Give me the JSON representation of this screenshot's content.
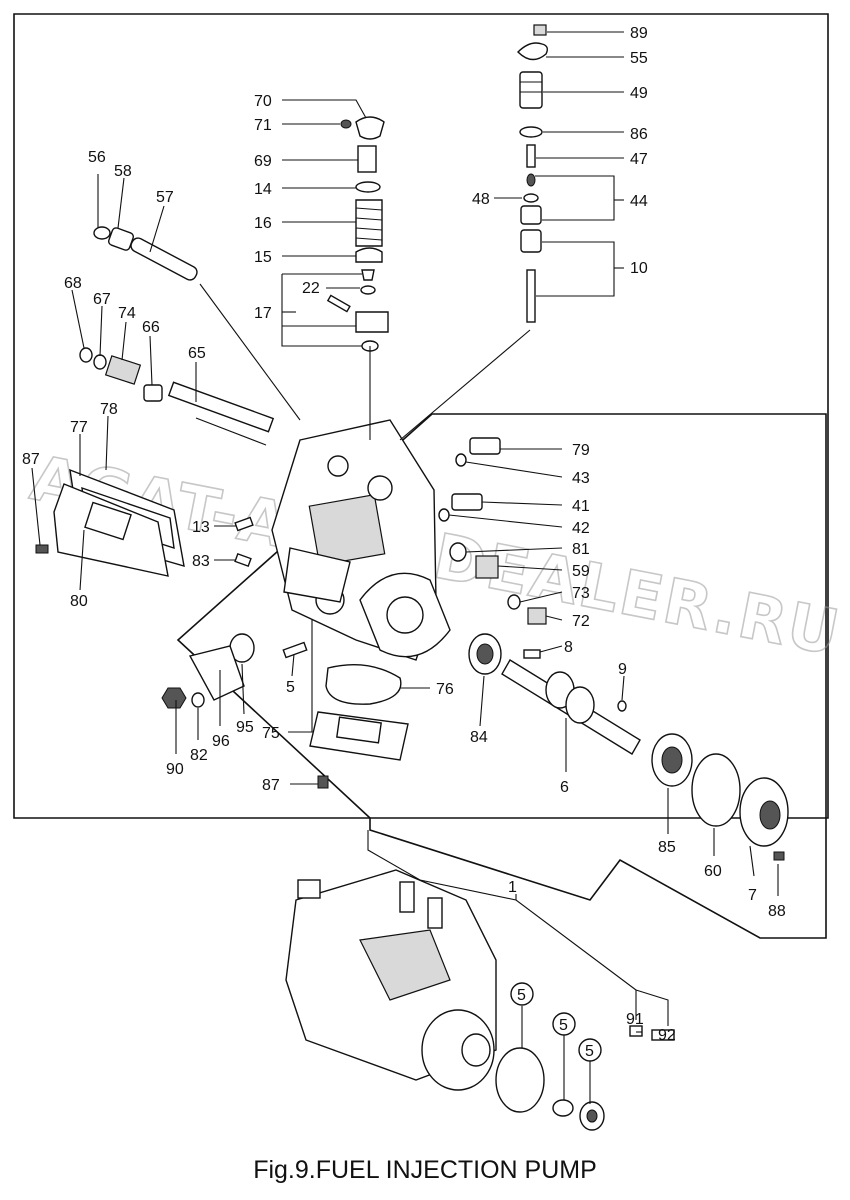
{
  "caption": "Fig.9.FUEL INJECTION PUMP",
  "watermark": "AGAT-AUTODEALER.RU",
  "labels": [
    "89",
    "55",
    "49",
    "86",
    "47",
    "44",
    "48",
    "10",
    "70",
    "71",
    "69",
    "14",
    "16",
    "15",
    "22",
    "17",
    "56",
    "58",
    "57",
    "68",
    "67",
    "74",
    "66",
    "65",
    "79",
    "43",
    "41",
    "42",
    "81",
    "59",
    "73",
    "72",
    "8",
    "9",
    "87",
    "77",
    "78",
    "13",
    "83",
    "80",
    "5",
    "76",
    "75",
    "95",
    "96",
    "82",
    "90",
    "84",
    "6",
    "85",
    "60",
    "7",
    "88",
    "1",
    "91",
    "92",
    "5",
    "5",
    "5"
  ]
}
